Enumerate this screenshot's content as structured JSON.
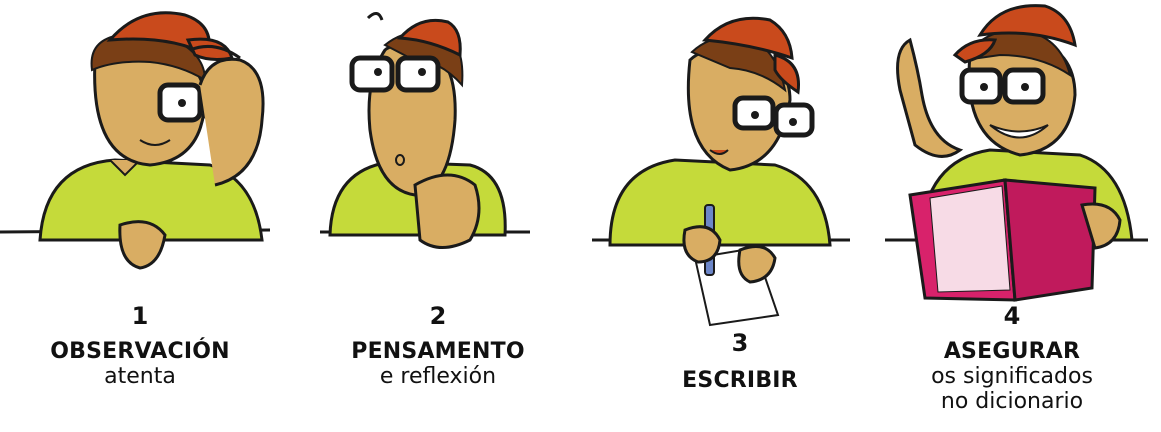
{
  "colors": {
    "cap": "#c94a1c",
    "skin": "#d9ad63",
    "shirt": "#c5da3a",
    "hair": "#7a3f16",
    "outline": "#1a1a1a",
    "book": "#d8226b",
    "paper": "#ffffff",
    "pen": "#6c86c8"
  },
  "steps": [
    {
      "number": "1",
      "title": "OBSERVACIÓN",
      "lines": [
        "atenta"
      ]
    },
    {
      "number": "2",
      "title": "PENSAMENTO",
      "lines": [
        "e reflexión"
      ]
    },
    {
      "number": "3",
      "title": "ESCRIBIR",
      "lines": []
    },
    {
      "number": "4",
      "title": "ASEGURAR",
      "lines": [
        "os significados",
        "no dicionario"
      ]
    }
  ]
}
